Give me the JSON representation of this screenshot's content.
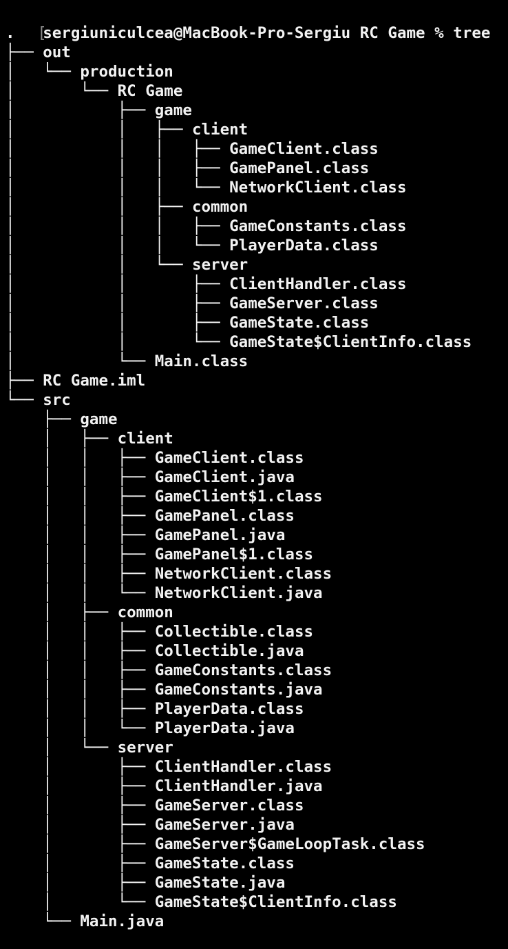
{
  "theme": {
    "background": "#000000",
    "foreground": "#f2f2f2",
    "dim": "#8a8a8a"
  },
  "terminal": {
    "prompt_user_host": "sergiuniculcea@MacBook-Pro-Sergiu",
    "prompt_dir": "RC Game",
    "prompt_symbol": "%",
    "command": "tree"
  },
  "tree": {
    "root": ".",
    "rows": [
      {
        "prefix": "├── ",
        "name": "out"
      },
      {
        "prefix": "│   └── ",
        "name": "production"
      },
      {
        "prefix": "│       └── ",
        "name": "RC Game"
      },
      {
        "prefix": "│           ├── ",
        "name": "game"
      },
      {
        "prefix": "│           │   ├── ",
        "name": "client"
      },
      {
        "prefix": "│           │   │   ├── ",
        "name": "GameClient.class"
      },
      {
        "prefix": "│           │   │   ├── ",
        "name": "GamePanel.class"
      },
      {
        "prefix": "│           │   │   └── ",
        "name": "NetworkClient.class"
      },
      {
        "prefix": "│           │   ├── ",
        "name": "common"
      },
      {
        "prefix": "│           │   │   ├── ",
        "name": "GameConstants.class"
      },
      {
        "prefix": "│           │   │   └── ",
        "name": "PlayerData.class"
      },
      {
        "prefix": "│           │   └── ",
        "name": "server"
      },
      {
        "prefix": "│           │       ├── ",
        "name": "ClientHandler.class"
      },
      {
        "prefix": "│           │       ├── ",
        "name": "GameServer.class"
      },
      {
        "prefix": "│           │       ├── ",
        "name": "GameState.class"
      },
      {
        "prefix": "│           │       └── ",
        "name": "GameState$ClientInfo.class"
      },
      {
        "prefix": "│           └── ",
        "name": "Main.class"
      },
      {
        "prefix": "├── ",
        "name": "RC Game.iml"
      },
      {
        "prefix": "└── ",
        "name": "src"
      },
      {
        "prefix": "    ├── ",
        "name": "game"
      },
      {
        "prefix": "    │   ├── ",
        "name": "client"
      },
      {
        "prefix": "    │   │   ├── ",
        "name": "GameClient.class"
      },
      {
        "prefix": "    │   │   ├── ",
        "name": "GameClient.java"
      },
      {
        "prefix": "    │   │   ├── ",
        "name": "GameClient$1.class"
      },
      {
        "prefix": "    │   │   ├── ",
        "name": "GamePanel.class"
      },
      {
        "prefix": "    │   │   ├── ",
        "name": "GamePanel.java"
      },
      {
        "prefix": "    │   │   ├── ",
        "name": "GamePanel$1.class"
      },
      {
        "prefix": "    │   │   ├── ",
        "name": "NetworkClient.class"
      },
      {
        "prefix": "    │   │   └── ",
        "name": "NetworkClient.java"
      },
      {
        "prefix": "    │   ├── ",
        "name": "common"
      },
      {
        "prefix": "    │   │   ├── ",
        "name": "Collectible.class"
      },
      {
        "prefix": "    │   │   ├── ",
        "name": "Collectible.java"
      },
      {
        "prefix": "    │   │   ├── ",
        "name": "GameConstants.class"
      },
      {
        "prefix": "    │   │   ├── ",
        "name": "GameConstants.java"
      },
      {
        "prefix": "    │   │   ├── ",
        "name": "PlayerData.class"
      },
      {
        "prefix": "    │   │   └── ",
        "name": "PlayerData.java"
      },
      {
        "prefix": "    │   └── ",
        "name": "server"
      },
      {
        "prefix": "    │       ├── ",
        "name": "ClientHandler.class"
      },
      {
        "prefix": "    │       ├── ",
        "name": "ClientHandler.java"
      },
      {
        "prefix": "    │       ├── ",
        "name": "GameServer.class"
      },
      {
        "prefix": "    │       ├── ",
        "name": "GameServer.java"
      },
      {
        "prefix": "    │       ├── ",
        "name": "GameServer$GameLoopTask.class"
      },
      {
        "prefix": "    │       ├── ",
        "name": "GameState.class"
      },
      {
        "prefix": "    │       ├── ",
        "name": "GameState.java"
      },
      {
        "prefix": "    │       └── ",
        "name": "GameState$ClientInfo.class"
      },
      {
        "prefix": "    └── ",
        "name": "Main.java"
      }
    ]
  }
}
